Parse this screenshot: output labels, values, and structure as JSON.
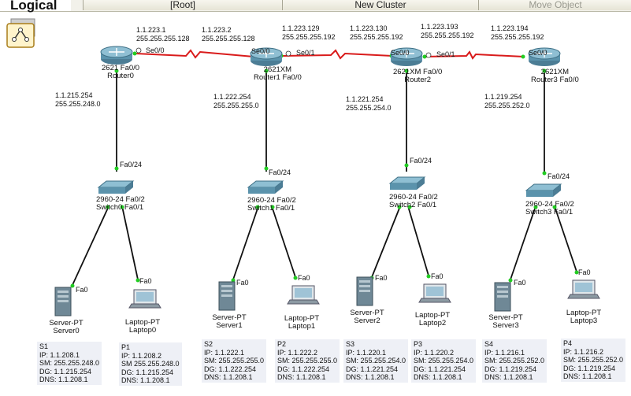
{
  "toolbar": {
    "logical_label": "Logical",
    "root_tab": "[Root]",
    "cluster_tab": "New Cluster",
    "move_tab": "Move Object"
  },
  "colors": {
    "serial_link": "#d91b1b",
    "port_up": "#22cc22",
    "ethernet_link": "#111111",
    "note_bg": "#eef0f6"
  },
  "routers": [
    {
      "model": "2621",
      "name": "Router0",
      "port_a": "Fa0/0",
      "port_b": "Se0/0",
      "lan_ip": "1.1.215.254",
      "lan_mask": "255.255.248.0"
    },
    {
      "model": "2621XM",
      "name": "Router1",
      "port_a": "Fa0/0",
      "port_b": "Se0/0",
      "port_c": "Se0/1",
      "lan_ip": "1.1.222.254",
      "lan_mask": "255.255.255.0"
    },
    {
      "model": "2621XM",
      "name": "Router2",
      "port_a": "Fa0/0",
      "port_b": "Se0/0",
      "port_c": "Se0/1",
      "lan_ip": "1.1.221.254",
      "lan_mask": "255.255.254.0"
    },
    {
      "model": "2621XM",
      "name": "Router3",
      "port_a": "Fa0/0",
      "port_b": "Se0/0",
      "lan_ip": "1.1.219.254",
      "lan_mask": "255.255.252.0"
    }
  ],
  "wan": [
    {
      "ip": "1.1.223.1",
      "mask": "255.255.255.128"
    },
    {
      "ip": "1.1.223.2",
      "mask": "255.255.255.128"
    },
    {
      "ip": "1.1.223.129",
      "mask": "255.255.255.192"
    },
    {
      "ip": "1.1.223.130",
      "mask": "255.255.255.192"
    },
    {
      "ip": "1.1.223.193",
      "mask": "255.255.255.192"
    },
    {
      "ip": "1.1.223.194",
      "mask": "255.255.255.192"
    }
  ],
  "switches": [
    {
      "model": "2960-24",
      "name": "Switch0",
      "uplink": "Fa0/24",
      "port1": "Fa0/1",
      "port2": "Fa0/2"
    },
    {
      "model": "2960-24",
      "name": "Switch1",
      "uplink": "Fa0/24",
      "port1": "Fa0/1",
      "port2": "Fa0/2"
    },
    {
      "model": "2960-24",
      "name": "Switch2",
      "uplink": "Fa0/24",
      "port1": "Fa0/1",
      "port2": "Fa0/2"
    },
    {
      "model": "2960-24",
      "name": "Switch3",
      "uplink": "Fa0/24",
      "port1": "Fa0/1",
      "port2": "Fa0/2"
    }
  ],
  "servers": [
    {
      "model": "Server-PT",
      "name": "Server0",
      "port": "Fa0",
      "note": [
        "S1",
        "IP: 1.1.208.1",
        "SM: 255.255.248.0",
        "DG: 1.1.215.254",
        "DNS: 1.1.208.1"
      ]
    },
    {
      "model": "Server-PT",
      "name": "Server1",
      "port": "Fa0",
      "note": [
        "S2",
        "IP: 1.1.222.1",
        "SM: 255.255.255.0",
        "DG: 1.1.222.254",
        "DNS: 1.1.208.1"
      ]
    },
    {
      "model": "Server-PT",
      "name": "Server2",
      "port": "Fa0",
      "note": [
        "S3",
        "IP: 1.1.220.1",
        "SM: 255.255.254.0",
        "DG: 1.1.221.254",
        "DNS: 1.1.208.1"
      ]
    },
    {
      "model": "Server-PT",
      "name": "Server3",
      "port": "Fa0",
      "note": [
        "S4",
        "IP: 1.1.216.1",
        "SM: 255.255.252.0",
        "DG: 1.1.219.254",
        "DNS: 1.1.208.1"
      ]
    }
  ],
  "laptops": [
    {
      "model": "Laptop-PT",
      "name": "Laptop0",
      "port": "Fa0",
      "note": [
        "P1",
        "IP: 1.1.208.2",
        "SM 255.255.248.0",
        "DG: 1.1.215.254",
        "DNS: 1.1.208.1"
      ]
    },
    {
      "model": "Laptop-PT",
      "name": "Laptop1",
      "port": "Fa0",
      "note": [
        "P2",
        "IP: 1.1.222.2",
        "SM: 255.255.255.0",
        "DG: 1.1.222.254",
        "DNS: 1.1.208.1"
      ]
    },
    {
      "model": "Laptop-PT",
      "name": "Laptop2",
      "port": "Fa0",
      "note": [
        "P3",
        "IP: 1.1.220.2",
        "SM: 255.255.254.0",
        "DG: 1.1.221.254",
        "DNS: 1.1.208.1"
      ]
    },
    {
      "model": "Laptop-PT",
      "name": "Laptop3",
      "port": "Fa0",
      "note": [
        "P4",
        "IP: 1.1.216.2",
        "SM: 255.255.252.0",
        "DG: 1.1.219.254",
        "DNS: 1.1.208.1"
      ]
    }
  ]
}
